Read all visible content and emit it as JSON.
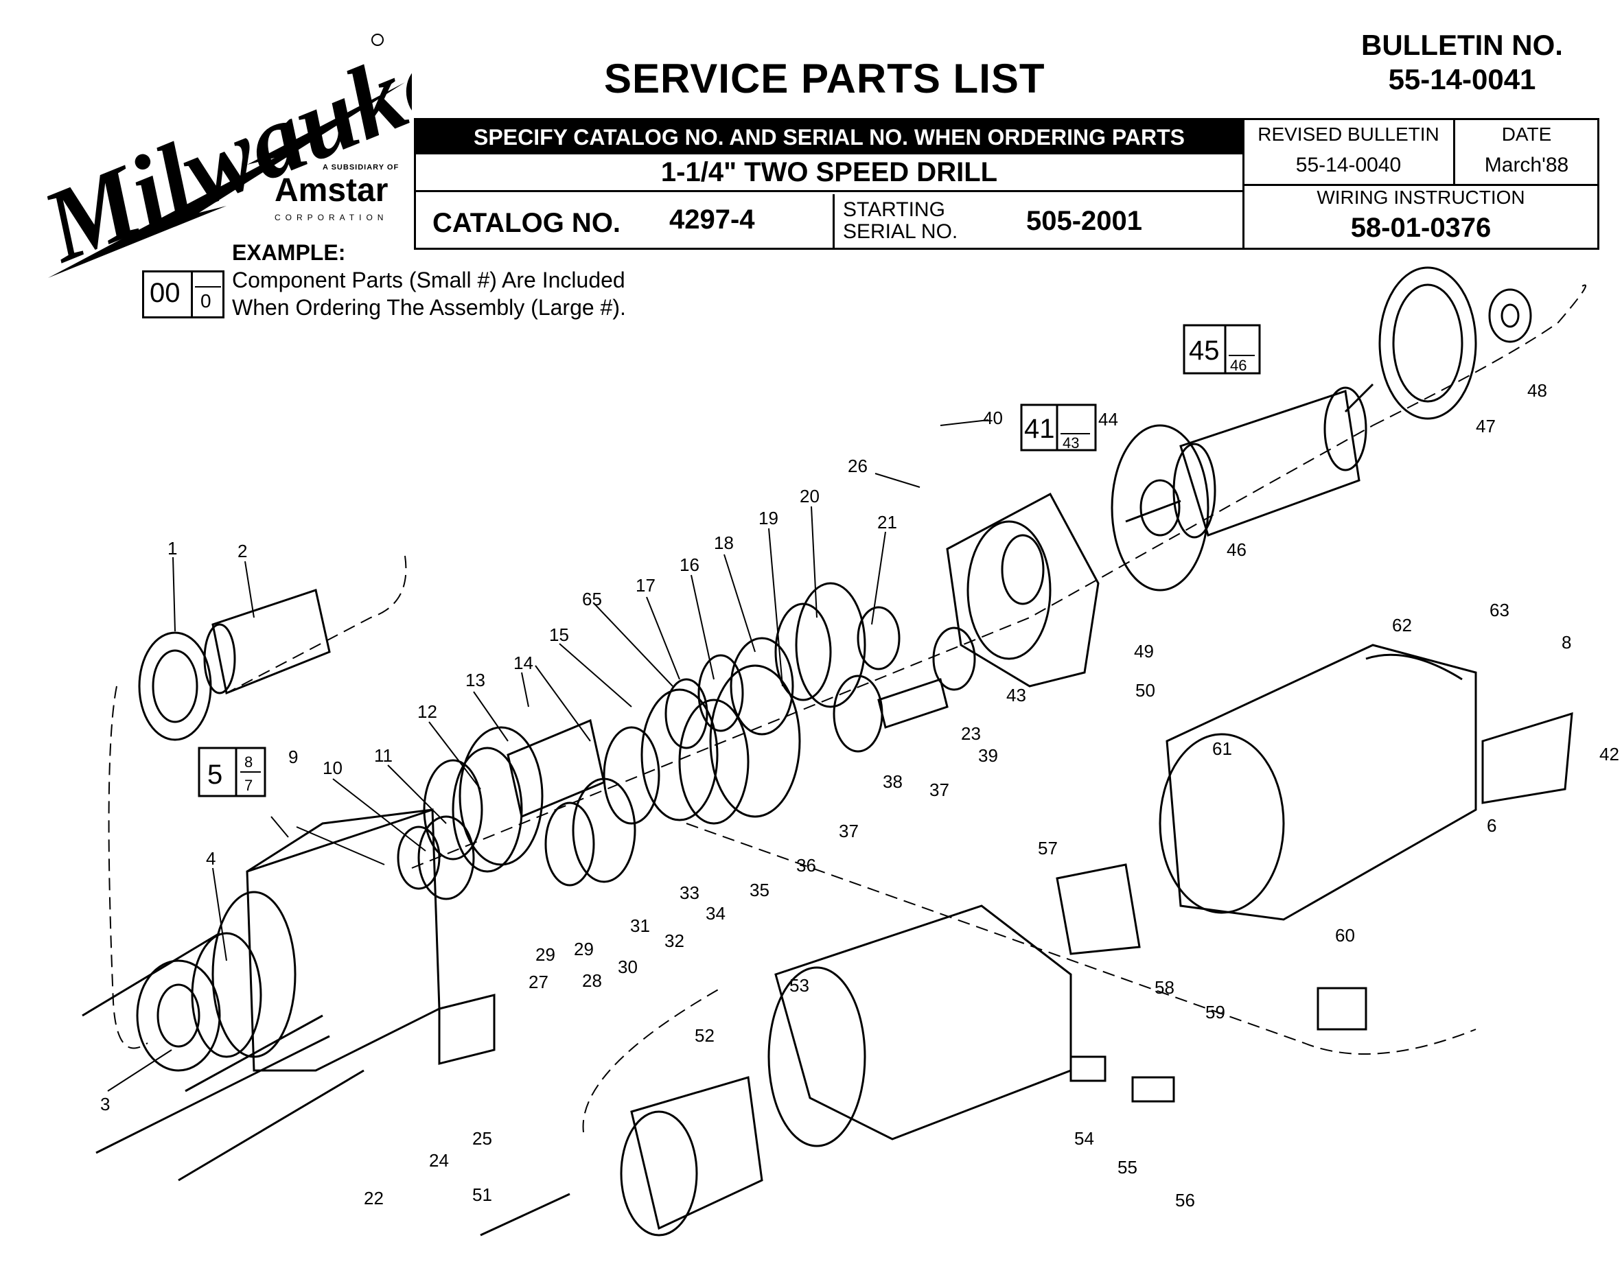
{
  "header": {
    "title": "SERVICE PARTS LIST",
    "bulletin_label": "BULLETIN NO.",
    "bulletin_number": "55-14-0041",
    "order_note": "SPECIFY CATALOG NO. AND SERIAL NO. WHEN ORDERING PARTS",
    "product_name": "1-1/4\" TWO SPEED DRILL",
    "catalog_label": "CATALOG NO.",
    "catalog_number": "4297-4",
    "serial_label_line1": "STARTING",
    "serial_label_line2": "SERIAL NO.",
    "serial_number": "505-2001",
    "revised_label": "REVISED BULLETIN",
    "revised_number": "55-14-0040",
    "date_label": "DATE",
    "date_value": "March'88",
    "wiring_label": "WIRING INSTRUCTION",
    "wiring_number": "58-01-0376"
  },
  "logo": {
    "brand": "Milwaukee",
    "subsidiary_note": "A SUBSIDIARY OF",
    "parent": "Amstar",
    "parent_sub": "CORPORATION"
  },
  "example": {
    "label": "EXAMPLE:",
    "line1": "Component Parts (Small #) Are Included",
    "line2": "When Ordering The Assembly (Large #).",
    "big": "00",
    "small": "0"
  },
  "assemblies": [
    {
      "big": "45",
      "small": "46"
    },
    {
      "big": "41",
      "small": "43"
    },
    {
      "big": "5",
      "small_top": "8",
      "small_bottom": "7"
    }
  ],
  "callouts": [
    "1",
    "2",
    "3",
    "4",
    "6",
    "8",
    "9",
    "10",
    "11",
    "12",
    "13",
    "14",
    "15",
    "16",
    "17",
    "18",
    "19",
    "20",
    "21",
    "22",
    "23",
    "24",
    "25",
    "26",
    "27",
    "28",
    "29",
    "29",
    "30",
    "31",
    "32",
    "33",
    "34",
    "35",
    "36",
    "37",
    "37",
    "38",
    "39",
    "40",
    "42",
    "43",
    "44",
    "46",
    "47",
    "48",
    "49",
    "50",
    "51",
    "52",
    "53",
    "54",
    "55",
    "56",
    "57",
    "58",
    "59",
    "60",
    "61",
    "62",
    "63",
    "65"
  ]
}
